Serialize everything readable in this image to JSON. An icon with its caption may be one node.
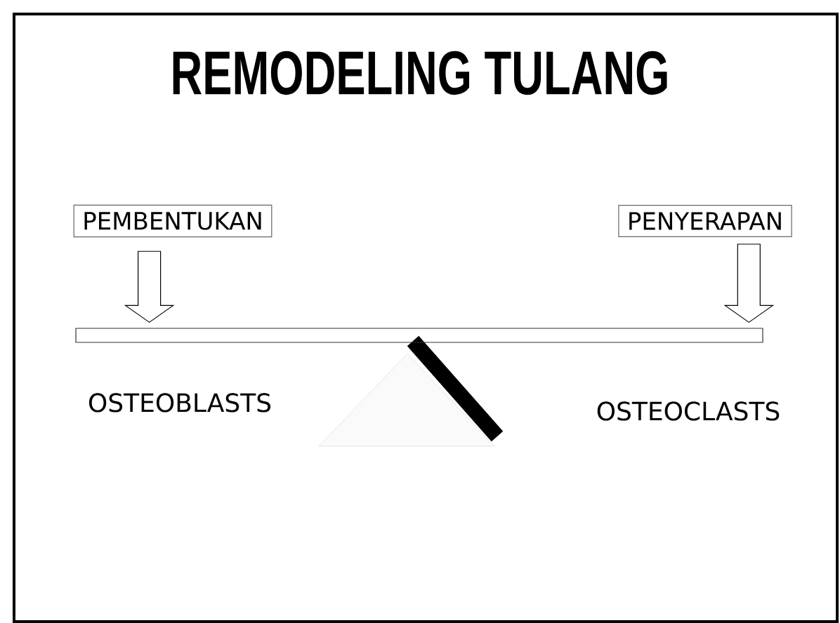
{
  "diagram": {
    "title": "REMODELING TULANG",
    "nodes": [
      {
        "text": [
          "PEMBENTUKAN"
        ]
      },
      {
        "text": [
          "PENYERAPAN"
        ]
      },
      {
        "text": [],
        "shape": "bar"
      }
    ],
    "edges": [
      {
        "from": 0,
        "to": 2,
        "arrow": "to"
      },
      {
        "from": 1,
        "to": 2,
        "arrow": "to"
      }
    ],
    "labels": [
      "OSTEOBLASTS",
      "OSTEOCLASTS"
    ]
  }
}
